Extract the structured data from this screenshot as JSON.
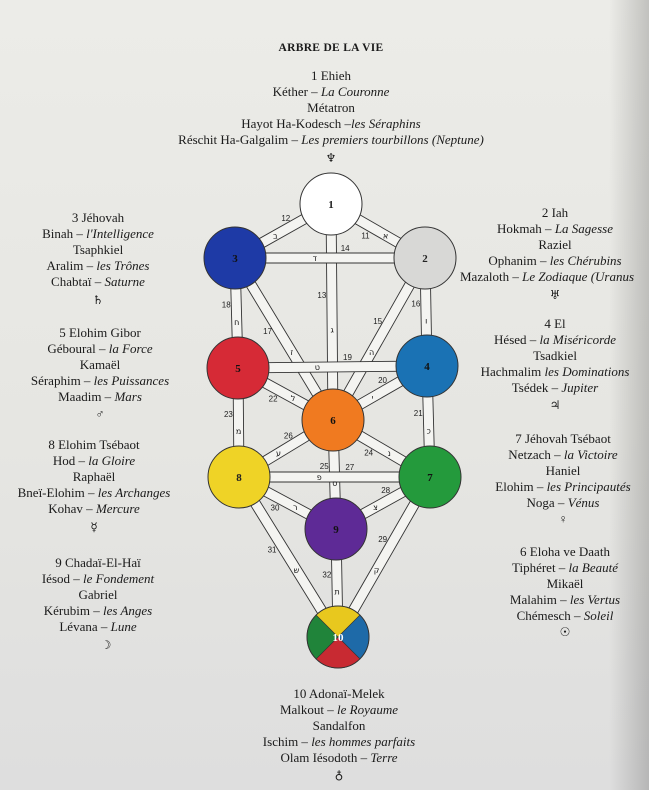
{
  "title": "ARBRE DE LA VIE",
  "spheres": [
    {
      "num": "1",
      "color": "#ffffff"
    },
    {
      "num": "2",
      "color": "#d8d8d6"
    },
    {
      "num": "3",
      "color": "#1e3aa6"
    },
    {
      "num": "4",
      "color": "#1a72b4"
    },
    {
      "num": "5",
      "color": "#d62a36"
    },
    {
      "num": "6",
      "color": "#f07a20"
    },
    {
      "num": "7",
      "color": "#249a3c"
    },
    {
      "num": "8",
      "color": "#efd326"
    },
    {
      "num": "9",
      "color": "#5e2a96"
    },
    {
      "num": "10",
      "colors": [
        "#e8c81e",
        "#1e6aa8",
        "#c82a32",
        "#20843a"
      ]
    }
  ],
  "paths": [
    {
      "num": "11",
      "letter": "א"
    },
    {
      "num": "12",
      "letter": "ב"
    },
    {
      "num": "13",
      "letter": "ג"
    },
    {
      "num": "14",
      "letter": "ד"
    },
    {
      "num": "15",
      "letter": "ה"
    },
    {
      "num": "16",
      "letter": "ו"
    },
    {
      "num": "17",
      "letter": "ז"
    },
    {
      "num": "18",
      "letter": "ח"
    },
    {
      "num": "19",
      "letter": "ט"
    },
    {
      "num": "20",
      "letter": "י"
    },
    {
      "num": "21",
      "letter": "כ"
    },
    {
      "num": "22",
      "letter": "ל"
    },
    {
      "num": "23",
      "letter": "מ"
    },
    {
      "num": "24",
      "letter": "נ"
    },
    {
      "num": "25",
      "letter": "ס"
    },
    {
      "num": "26",
      "letter": "ע"
    },
    {
      "num": "27",
      "letter": "פ"
    },
    {
      "num": "28",
      "letter": "צ"
    },
    {
      "num": "29",
      "letter": "ק"
    },
    {
      "num": "30",
      "letter": "ר"
    },
    {
      "num": "31",
      "letter": "ש"
    },
    {
      "num": "32",
      "letter": "ת"
    }
  ],
  "s1": {
    "l1": "1 Ehieh",
    "l2a": "Kéther – ",
    "l2b": "La Couronne",
    "l3": "Métatron",
    "l4a": "Hayot Ha-Kodesch –",
    "l4b": "les Séraphins",
    "l5a": "Réschit Ha-Galgalim – ",
    "l5b": "Les premiers tourbillons (Neptune)",
    "sym": "♆"
  },
  "s2": {
    "l1": "2 Iah",
    "l2a": "Hokmah – ",
    "l2b": "La Sagesse",
    "l3": "Raziel",
    "l4a": "Ophanim – ",
    "l4b": "les Chérubins",
    "l5a": "Mazaloth – ",
    "l5b": "Le Zodiaque (Uranus",
    "sym": "♅"
  },
  "s3": {
    "l1": "3 Jéhovah",
    "l2a": "Binah – ",
    "l2b": "l'Intelligence",
    "l3": "Tsaphkiel",
    "l4a": "Aralim – ",
    "l4b": "les Trônes",
    "l5a": "Chabtaï – ",
    "l5b": "Saturne",
    "sym": "♄"
  },
  "s4": {
    "l1": "4 El",
    "l2a": "Hésed – ",
    "l2b": "la Miséricorde",
    "l3": "Tsadkiel",
    "l4a": "Hachmalim ",
    "l4b": "les Dominations",
    "l5a": "Tsédek – ",
    "l5b": "Jupiter",
    "sym": "♃"
  },
  "s5": {
    "l1": "5 Elohim Gibor",
    "l2a": "Géboural – ",
    "l2b": "la Force",
    "l3": "Kamaël",
    "l4a": "Séraphim – ",
    "l4b": "les Puissances",
    "l5a": "Maadim – ",
    "l5b": "Mars",
    "sym": "♂"
  },
  "s6": {
    "l1": "6 Eloha ve Daath",
    "l2a": "Tiphéret – ",
    "l2b": "la Beauté",
    "l3": "Mikaël",
    "l4a": "Malahim – ",
    "l4b": "les Vertus",
    "l5a": "Chémesch – ",
    "l5b": "Soleil",
    "sym": "☉"
  },
  "s7": {
    "l1": "7 Jéhovah Tsébaot",
    "l2a": "Netzach – ",
    "l2b": "la Victoire",
    "l3": "Haniel",
    "l4a": "Elohim – ",
    "l4b": "les Principautés",
    "l5a": "Noga – ",
    "l5b": "Vénus",
    "sym": "♀"
  },
  "s8": {
    "l1": "8 Elohim Tsébaot",
    "l2a": "Hod – ",
    "l2b": "la Gloire",
    "l3": "Raphaël",
    "l4a": "Bneï-Elohim – ",
    "l4b": "les Archanges",
    "l5a": "Kohav – ",
    "l5b": "Mercure",
    "sym": "☿"
  },
  "s9": {
    "l1": "9 Chadaï-El-Haï",
    "l2a": "Iésod – ",
    "l2b": "le Fondement",
    "l3": "Gabriel",
    "l4a": "Kérubim – ",
    "l4b": "les Anges",
    "l5a": "Lévana – ",
    "l5b": "Lune",
    "sym": "☽"
  },
  "s10": {
    "l1": "10 Adonaï-Melek",
    "l2a": "Malkout – ",
    "l2b": "le Royaume",
    "l3": "Sandalfon",
    "l4a": "Ischim – ",
    "l4b": "les hommes parfaits",
    "l5a": "Olam Iésodoth – ",
    "l5b": "Terre",
    "sym": "♁"
  }
}
